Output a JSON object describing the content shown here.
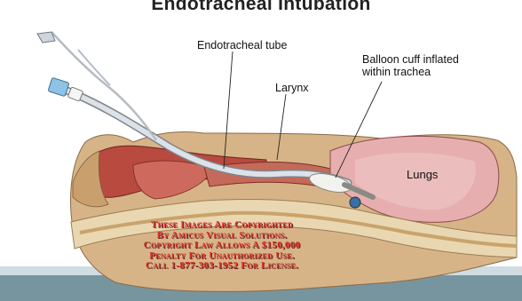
{
  "title": "Endotracheal Intubation",
  "labels": {
    "tube": "Endotracheal tube",
    "larynx": "Larynx",
    "cuff_line1": "Balloon cuff inflated",
    "cuff_line2": "within trachea",
    "lungs": "Lungs"
  },
  "watermark": {
    "line1": "These Images Are Copyrighted",
    "line2": "By Amicus Visual Solutions.",
    "line3": "Copyright Law Allows A $150,000",
    "line4": "Penalty For Unauthorized Use.",
    "line5": "Call 1-877-303-1952 For License."
  },
  "colors": {
    "skin": "#d9b88c",
    "tissue_red": "#b5453c",
    "lung_pink": "#e8b3b3",
    "tube": "#c7ccd3",
    "watermark": "#d9342b",
    "backdrop": "#dfe8ec"
  }
}
